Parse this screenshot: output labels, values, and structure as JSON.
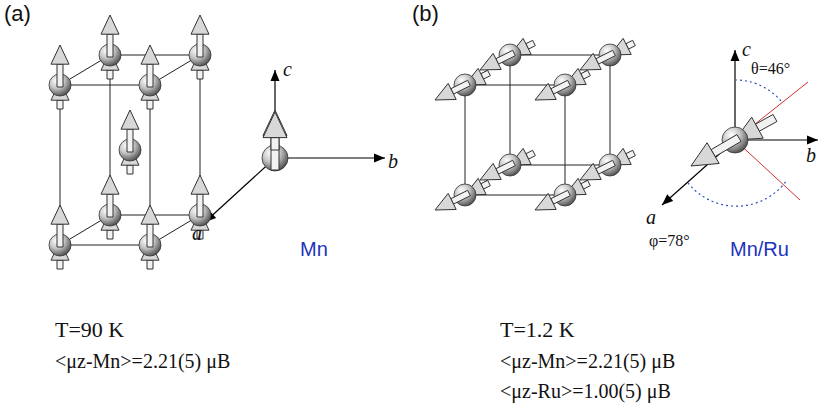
{
  "diagram": {
    "labels": [
      "(a)",
      "c",
      "b",
      "a",
      "Mn",
      "T=90 K",
      "<μz-Mn>=2.21(5) μB",
      "(b)",
      "c",
      "θ=46°",
      "b",
      "a",
      "φ=78°",
      "Mn/Ru",
      "T=1.2 K",
      "<μz-Mn>=2.21(5) μB",
      "<μz-Ru>=1.00(5) μB"
    ]
  }
}
